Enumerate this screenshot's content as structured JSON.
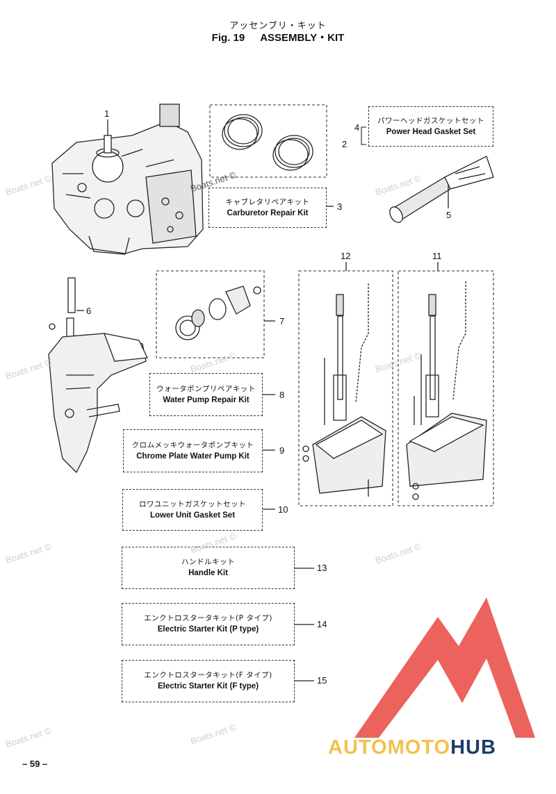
{
  "header": {
    "title_jp": "アッセンブリ・キット",
    "fig_label": "Fig. 19",
    "title_en": "ASSEMBLY・KIT"
  },
  "parts": [
    {
      "num": "1"
    },
    {
      "num": "2"
    },
    {
      "num": "3"
    },
    {
      "num": "4"
    },
    {
      "num": "5"
    },
    {
      "num": "6"
    },
    {
      "num": "7"
    },
    {
      "num": "8"
    },
    {
      "num": "9"
    },
    {
      "num": "10"
    },
    {
      "num": "11"
    },
    {
      "num": "12"
    },
    {
      "num": "13"
    },
    {
      "num": "14"
    },
    {
      "num": "15"
    }
  ],
  "kits": {
    "power_head_gasket": {
      "jp": "パワーヘッドガスケットセット",
      "en": "Power Head Gasket Set"
    },
    "carburetor_repair": {
      "jp": "キャブレタリペアキット",
      "en": "Carburetor Repair Kit"
    },
    "water_pump_repair": {
      "jp": "ウォータポンプリペアキット",
      "en": "Water Pump Repair Kit"
    },
    "chrome_plate_pump": {
      "jp": "クロムメッキウォータポンプキット",
      "en": "Chrome Plate Water Pump Kit"
    },
    "lower_unit_gasket": {
      "jp": "ロワユニットガスケットセット",
      "en": "Lower Unit Gasket Set"
    },
    "handle_kit": {
      "jp": "ハンドルキット",
      "en": "Handle Kit"
    },
    "starter_p": {
      "jp": "エンクトロスタータキット(P タイプ)",
      "en": "Electric Starter Kit (P type)"
    },
    "starter_f": {
      "jp": "エンクトロスタータキット(F タイプ)",
      "en": "Electric Starter Kit (F type)"
    }
  },
  "watermark": "Boats.net ©",
  "page_number": "– 59 –",
  "brand": {
    "part1": "AUTOMOTO",
    "part2": "HUB",
    "color1": "#f2c14e",
    "color2": "#1d3e6b",
    "logo_color": "#e8483f"
  }
}
